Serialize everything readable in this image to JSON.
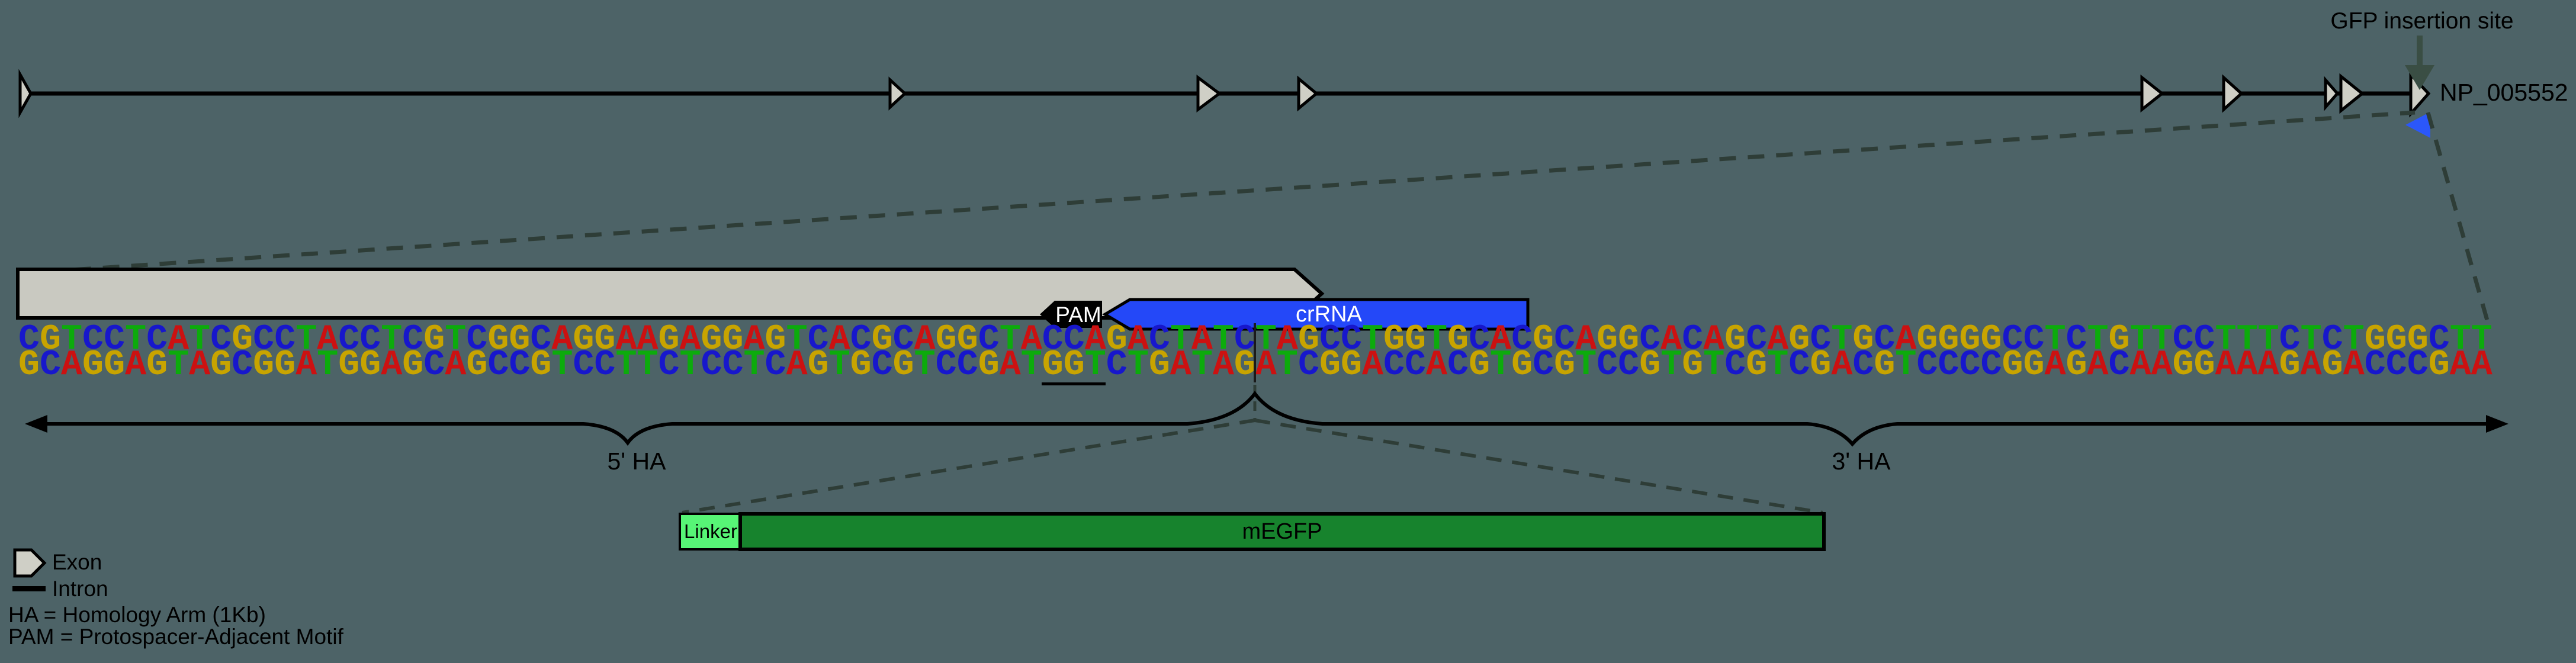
{
  "header": {
    "gfp_insertion_site_label": "GFP insertion site",
    "accession_label": "NP_005552"
  },
  "construct_labels": {
    "pam": "PAM",
    "crrna": "crRNA",
    "five_prime_ha": "5' HA",
    "three_prime_ha": "3' HA",
    "linker": "Linker",
    "megfp": "mEGFP"
  },
  "sequence": {
    "top_strand": "CGTCCTCATCGCCTACCTCGTCGGCAGGAAGAGGAGTCACGCAGGCTACCAGACTATCTAGCCTGGTGCACGCAGGCACAGCAGCTGCAGGGGCCTCTGTTCCTTTCTCTGGGCTT",
    "bottom_strand": "GCAGGAGTAGCGGATGGAGCAGCCGTCCTTCTCCTCAGTGCGTCCGATGGTCTGATAGATCGGACCACGTGCGTCCGTGTCGTCGACGTCCCCGGAGACAAGGAAAGAGACCCGAA",
    "cut_site_after_base": 58,
    "pam_site_bases": "GGT",
    "pam_underline_start": 48,
    "pam_underline_end": 51,
    "base_colors": {
      "A": "#cc1111",
      "C": "#1717cc",
      "G": "#c8a400",
      "T": "#0cab0c"
    }
  },
  "legend": {
    "exon_label": "Exon",
    "intron_label": "Intron",
    "ha_note": "HA = Homology Arm (1Kb)",
    "pam_note": "PAM = Protospacer-Adjacent Motif"
  },
  "colors": {
    "background": "#4d6367",
    "crrna_fill": "#2448f8",
    "linker_fill": "#57f576",
    "megfp_fill": "#17832d",
    "exon_fill": "#cfcfc6",
    "homology_bar_fill": "#c9c9c1",
    "insertion_arrow": "#3a4e44",
    "dashed_line": "#2e3d37",
    "reverse_triangle": "#2b57fa"
  }
}
